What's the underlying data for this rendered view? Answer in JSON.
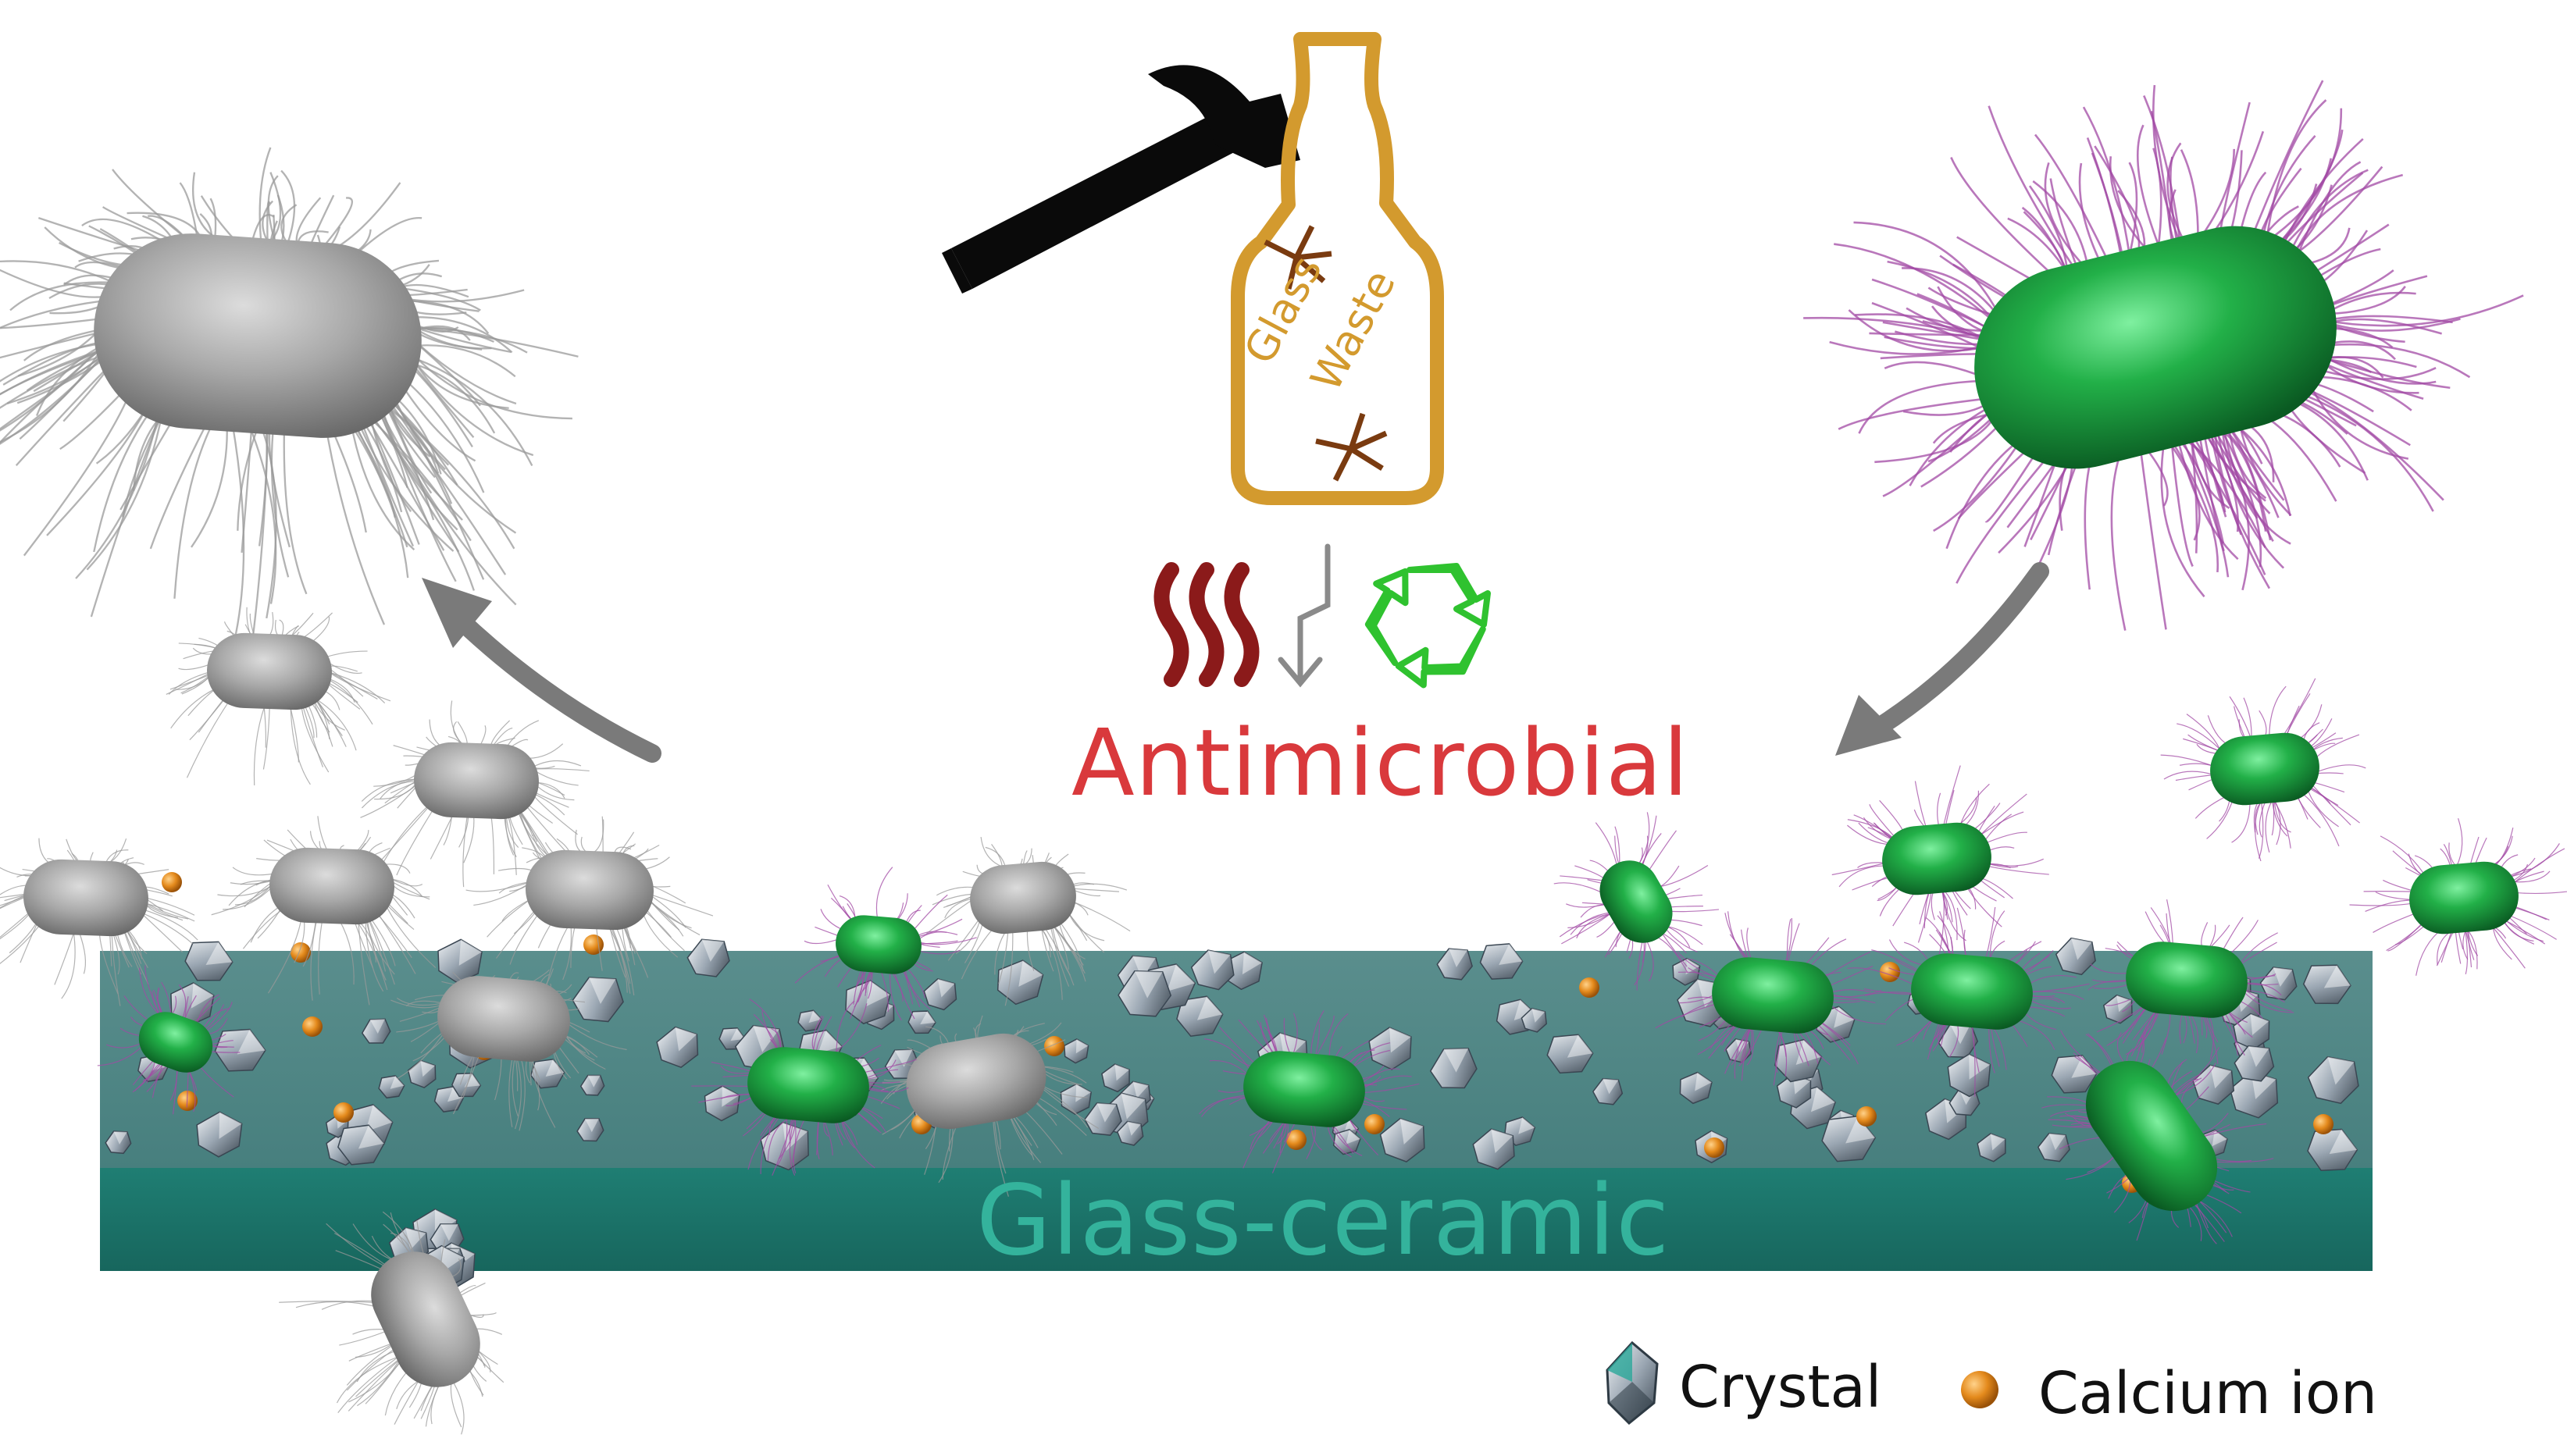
{
  "bottle": {
    "text_line1": "Glass",
    "text_line2": "Waste"
  },
  "process": {
    "title": "Antimicrobial",
    "icons": [
      "heat-waves-icon",
      "squiggle-down-arrow-icon",
      "recycle-icon",
      "hammer-icon"
    ]
  },
  "slab": {
    "label": "Glass-ceramic"
  },
  "legend": {
    "items": [
      {
        "label": "Crystal",
        "icon": "crystal-icon"
      },
      {
        "label": "Calcium ion",
        "icon": "calcium-ion-icon"
      }
    ]
  },
  "colors": {
    "bottle": "#d39a2e",
    "title": "#d9393c",
    "heat": "#8b1a1a",
    "recycle": "#2fc22f",
    "slab_top": "#4f8a8a",
    "slab_bottom": "#1f7a70",
    "slab_label": "#34b39c",
    "live_bacterium": "#1fa03c",
    "flagella": "#a24aa4",
    "dead_bacterium": "#a6a6a6",
    "arrow": "#7a7a7a",
    "calcium": "#e08a1e"
  }
}
